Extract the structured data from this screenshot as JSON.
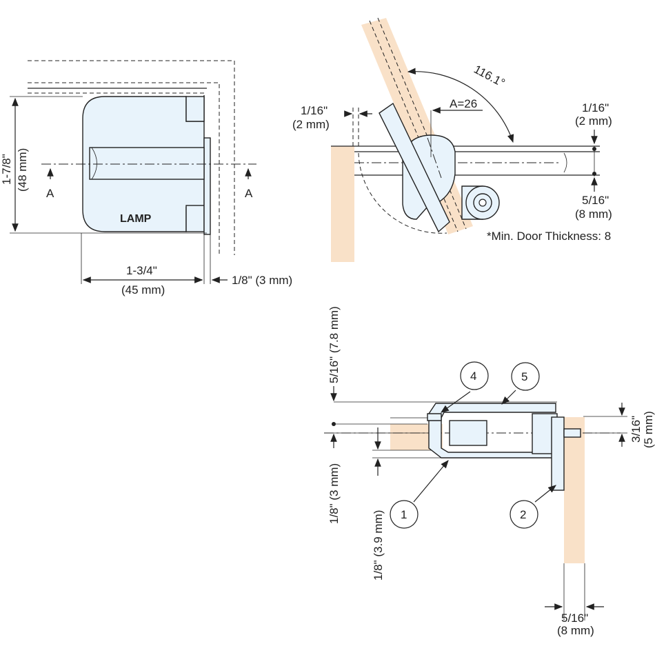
{
  "front_view": {
    "height_in": "1-7/8\"",
    "height_mm": "(48 mm)",
    "width_in": "1-3/4\"",
    "width_mm": "(45 mm)",
    "offset": "1/8\" (3 mm)",
    "section_left": "A",
    "section_right": "A",
    "brand": "LAMP"
  },
  "top_view": {
    "angle": "116.1°",
    "dim_a": "A=26",
    "left_in": "1/16\"",
    "left_mm": "(2 mm)",
    "right_in": "1/16\"",
    "right_mm": "(2 mm)",
    "bottom_in": "5/16\"",
    "bottom_mm": "(8 mm)",
    "note": "*Min. Door Thickness: 8"
  },
  "section_view": {
    "vert_top": "5/16\" (7.8 mm)",
    "vert_mid": "1/8\" (3 mm)",
    "vert_low": "1/8\" (3.9 mm)",
    "right_in": "3/16\"",
    "right_mm": "(5 mm)",
    "bottom_in": "5/16\"",
    "bottom_mm": "(8 mm)",
    "callouts": [
      "4",
      "5",
      "1",
      "2"
    ]
  },
  "colors": {
    "wood": "#f9e1c8",
    "part": "#e8f3fb",
    "line": "#222222"
  }
}
